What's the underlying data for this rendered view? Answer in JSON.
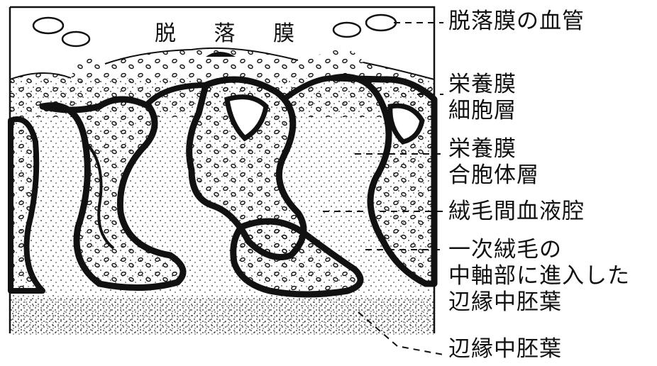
{
  "figure": {
    "region_label": "脱 落 膜",
    "labels": {
      "decidual_vessel": "脱落膜の血管",
      "cytotrophoblast": [
        "栄養膜",
        "細胞層"
      ],
      "syncytiotrophoblast": [
        "栄養膜",
        "合胞体層"
      ],
      "intervillous_space": "絨毛間血液腔",
      "villus_core": [
        "一次絨毛の",
        "中軸部に進入した",
        "辺縁中胚葉"
      ],
      "extraembryonic_mesoderm": "辺縁中胚葉"
    }
  }
}
